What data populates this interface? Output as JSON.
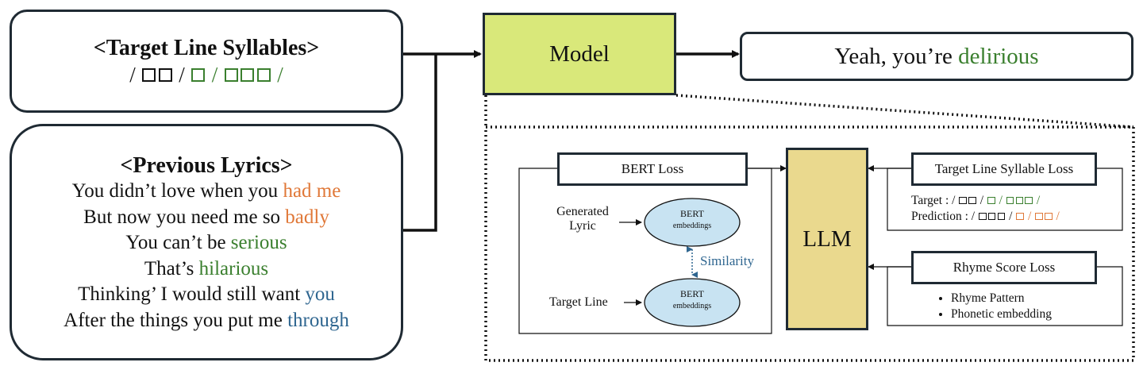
{
  "input_top": {
    "title": "<Target Line Syllables>",
    "syll_a": "/",
    "syll_b": "/",
    "syll_green_a": "/",
    "syll_green_b": "/",
    "syll_green_c": "/"
  },
  "previous_lyrics": {
    "title": "<Previous Lyrics>",
    "lines": [
      {
        "plain": "You didn’t love when you ",
        "hl": "had me",
        "color": "#e07838"
      },
      {
        "plain": "But now you need me so ",
        "hl": "badly",
        "color": "#e07838"
      },
      {
        "plain": "You can’t be ",
        "hl": "serious",
        "color": "#3a7f2e"
      },
      {
        "plain": "That’s ",
        "hl": "hilarious",
        "color": "#3a7f2e"
      },
      {
        "plain": "Thinking’ I would still want ",
        "hl": "you",
        "color": "#2f6690"
      },
      {
        "plain": "After the things you put me ",
        "hl": "through",
        "color": "#2f6690"
      }
    ]
  },
  "model": {
    "label": "Model",
    "fill": "#d9e87a"
  },
  "output": {
    "plain": "Yeah, you’re ",
    "hl": "delirious",
    "color": "#3a7f2e"
  },
  "detail": {
    "bert_loss": "BERT Loss",
    "generated_lyric_1": "Generated",
    "generated_lyric_2": "Lyric",
    "bert_top_1": "BERT",
    "bert_top_2": "embeddings",
    "similarity": "Similarity",
    "target_line": "Target Line",
    "bert_bottom_1": "BERT",
    "bert_bottom_2": "embeddings",
    "llm": "LLM",
    "llm_fill": "#ead98e",
    "syllable_loss": "Target Line Syllable Loss",
    "target_label": "Target : /",
    "prediction_label": "Prediction : /",
    "rhyme_loss": "Rhyme Score Loss",
    "bullets": [
      "Rhyme Pattern",
      "Phonetic embedding"
    ]
  },
  "colors": {
    "green": "#3a7f2e",
    "orange": "#e07838",
    "blue": "#2f6690",
    "bert_fill": "#c8e3f2"
  }
}
